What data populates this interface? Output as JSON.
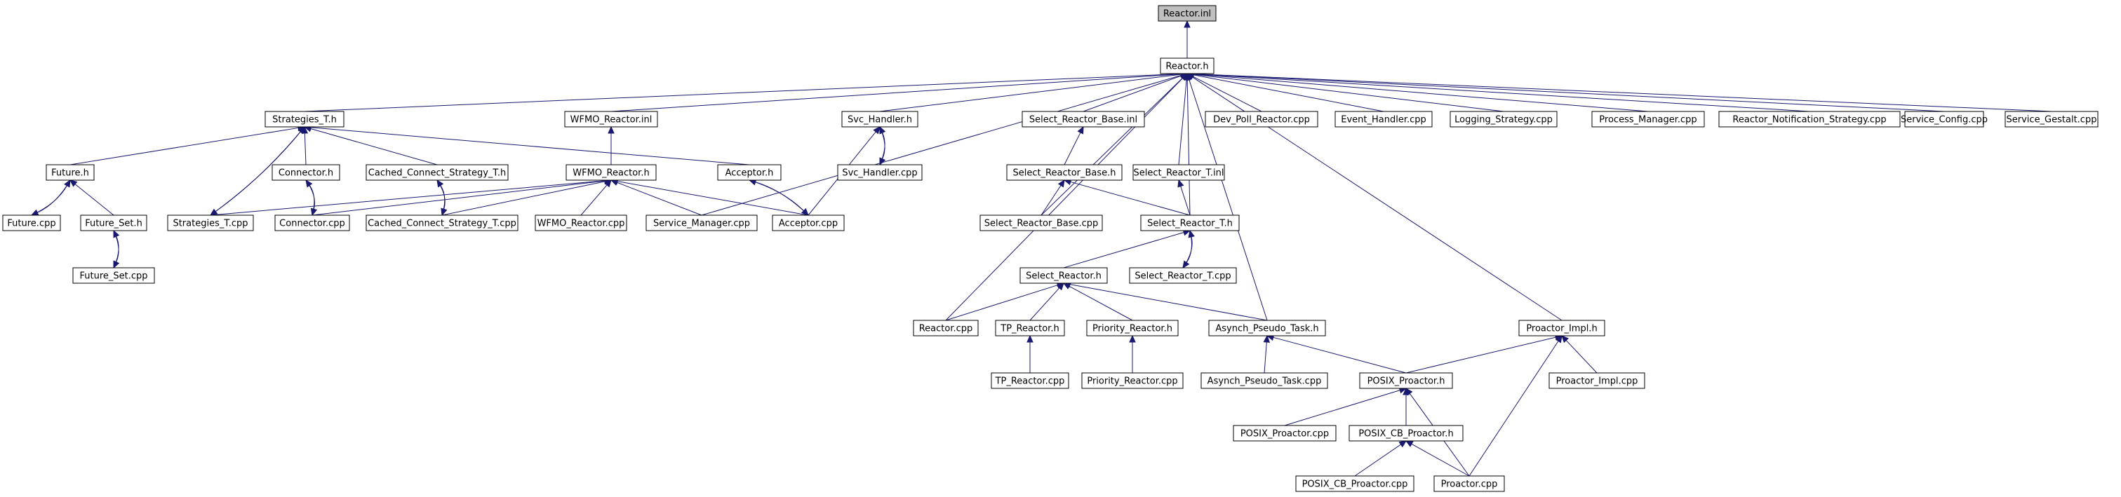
{
  "graph": {
    "nodes": [
      {
        "id": "reactor_inl",
        "label": "Reactor.inl",
        "highlighted": true
      },
      {
        "id": "reactor_h",
        "label": "Reactor.h"
      },
      {
        "id": "strategies_t_h",
        "label": "Strategies_T.h"
      },
      {
        "id": "wfmo_reactor_inl",
        "label": "WFMO_Reactor.inl"
      },
      {
        "id": "svc_handler_h",
        "label": "Svc_Handler.h"
      },
      {
        "id": "select_reactor_base_inl",
        "label": "Select_Reactor_Base.inl"
      },
      {
        "id": "dev_poll_reactor_cpp",
        "label": "Dev_Poll_Reactor.cpp"
      },
      {
        "id": "event_handler_cpp",
        "label": "Event_Handler.cpp"
      },
      {
        "id": "logging_strategy_cpp",
        "label": "Logging_Strategy.cpp"
      },
      {
        "id": "process_manager_cpp",
        "label": "Process_Manager.cpp"
      },
      {
        "id": "reactor_notification_strategy_cpp",
        "label": "Reactor_Notification_Strategy.cpp"
      },
      {
        "id": "service_config_cpp",
        "label": "Service_Config.cpp"
      },
      {
        "id": "service_gestalt_cpp",
        "label": "Service_Gestalt.cpp"
      },
      {
        "id": "future_h",
        "label": "Future.h"
      },
      {
        "id": "connector_h",
        "label": "Connector.h"
      },
      {
        "id": "cached_connect_strategy_t_h",
        "label": "Cached_Connect_Strategy_T.h"
      },
      {
        "id": "wfmo_reactor_h",
        "label": "WFMO_Reactor.h"
      },
      {
        "id": "acceptor_h",
        "label": "Acceptor.h"
      },
      {
        "id": "svc_handler_cpp",
        "label": "Svc_Handler.cpp"
      },
      {
        "id": "select_reactor_base_h",
        "label": "Select_Reactor_Base.h"
      },
      {
        "id": "select_reactor_t_inl",
        "label": "Select_Reactor_T.inl"
      },
      {
        "id": "future_cpp",
        "label": "Future.cpp"
      },
      {
        "id": "future_set_h",
        "label": "Future_Set.h"
      },
      {
        "id": "strategies_t_cpp",
        "label": "Strategies_T.cpp"
      },
      {
        "id": "connector_cpp",
        "label": "Connector.cpp"
      },
      {
        "id": "cached_connect_strategy_t_cpp",
        "label": "Cached_Connect_Strategy_T.cpp"
      },
      {
        "id": "wfmo_reactor_cpp",
        "label": "WFMO_Reactor.cpp"
      },
      {
        "id": "service_manager_cpp",
        "label": "Service_Manager.cpp"
      },
      {
        "id": "acceptor_cpp",
        "label": "Acceptor.cpp"
      },
      {
        "id": "select_reactor_base_cpp",
        "label": "Select_Reactor_Base.cpp"
      },
      {
        "id": "select_reactor_t_h",
        "label": "Select_Reactor_T.h"
      },
      {
        "id": "future_set_cpp",
        "label": "Future_Set.cpp"
      },
      {
        "id": "select_reactor_h",
        "label": "Select_Reactor.h"
      },
      {
        "id": "select_reactor_t_cpp",
        "label": "Select_Reactor_T.cpp"
      },
      {
        "id": "reactor_cpp",
        "label": "Reactor.cpp"
      },
      {
        "id": "tp_reactor_h",
        "label": "TP_Reactor.h"
      },
      {
        "id": "priority_reactor_h",
        "label": "Priority_Reactor.h"
      },
      {
        "id": "asynch_pseudo_task_h",
        "label": "Asynch_Pseudo_Task.h"
      },
      {
        "id": "proactor_impl_h",
        "label": "Proactor_Impl.h"
      },
      {
        "id": "tp_reactor_cpp",
        "label": "TP_Reactor.cpp"
      },
      {
        "id": "priority_reactor_cpp",
        "label": "Priority_Reactor.cpp"
      },
      {
        "id": "asynch_pseudo_task_cpp",
        "label": "Asynch_Pseudo_Task.cpp"
      },
      {
        "id": "posix_proactor_h",
        "label": "POSIX_Proactor.h"
      },
      {
        "id": "proactor_impl_cpp",
        "label": "Proactor_Impl.cpp"
      },
      {
        "id": "posix_proactor_cpp",
        "label": "POSIX_Proactor.cpp"
      },
      {
        "id": "posix_cb_proactor_h",
        "label": "POSIX_CB_Proactor.h"
      },
      {
        "id": "posix_cb_proactor_cpp",
        "label": "POSIX_CB_Proactor.cpp"
      },
      {
        "id": "proactor_cpp",
        "label": "Proactor.cpp"
      }
    ],
    "edges": [
      {
        "from": "reactor_h",
        "to": "reactor_inl"
      },
      {
        "from": "strategies_t_h",
        "to": "reactor_h"
      },
      {
        "from": "wfmo_reactor_inl",
        "to": "reactor_h"
      },
      {
        "from": "svc_handler_h",
        "to": "reactor_h"
      },
      {
        "from": "select_reactor_base_inl",
        "to": "reactor_h"
      },
      {
        "from": "dev_poll_reactor_cpp",
        "to": "reactor_h"
      },
      {
        "from": "event_handler_cpp",
        "to": "reactor_h"
      },
      {
        "from": "logging_strategy_cpp",
        "to": "reactor_h"
      },
      {
        "from": "process_manager_cpp",
        "to": "reactor_h"
      },
      {
        "from": "reactor_notification_strategy_cpp",
        "to": "reactor_h"
      },
      {
        "from": "service_config_cpp",
        "to": "reactor_h"
      },
      {
        "from": "service_gestalt_cpp",
        "to": "reactor_h"
      },
      {
        "from": "service_manager_cpp",
        "to": "reactor_h"
      },
      {
        "from": "reactor_cpp",
        "to": "reactor_h"
      },
      {
        "from": "select_reactor_base_cpp",
        "to": "reactor_h"
      },
      {
        "from": "select_reactor_t_inl",
        "to": "reactor_h"
      },
      {
        "from": "select_reactor_t_h",
        "to": "reactor_h"
      },
      {
        "from": "asynch_pseudo_task_h",
        "to": "reactor_h"
      },
      {
        "from": "proactor_impl_h",
        "to": "reactor_h"
      },
      {
        "from": "future_h",
        "to": "strategies_t_h"
      },
      {
        "from": "connector_h",
        "to": "strategies_t_h"
      },
      {
        "from": "cached_connect_strategy_t_h",
        "to": "strategies_t_h"
      },
      {
        "from": "acceptor_h",
        "to": "strategies_t_h"
      },
      {
        "from": "strategies_t_cpp",
        "to": "strategies_t_h"
      },
      {
        "from": "future_cpp",
        "to": "future_h"
      },
      {
        "from": "future_set_h",
        "to": "future_h"
      },
      {
        "from": "future_h",
        "to": "future_cpp"
      },
      {
        "from": "future_set_cpp",
        "to": "future_set_h"
      },
      {
        "from": "future_set_h",
        "to": "future_set_cpp"
      },
      {
        "from": "strategies_t_h",
        "to": "strategies_t_cpp"
      },
      {
        "from": "connector_cpp",
        "to": "connector_h"
      },
      {
        "from": "connector_h",
        "to": "connector_cpp"
      },
      {
        "from": "cached_connect_strategy_t_cpp",
        "to": "cached_connect_strategy_t_h"
      },
      {
        "from": "cached_connect_strategy_t_h",
        "to": "cached_connect_strategy_t_cpp"
      },
      {
        "from": "wfmo_reactor_h",
        "to": "wfmo_reactor_inl"
      },
      {
        "from": "strategies_t_cpp",
        "to": "wfmo_reactor_h"
      },
      {
        "from": "connector_cpp",
        "to": "wfmo_reactor_h"
      },
      {
        "from": "cached_connect_strategy_t_cpp",
        "to": "wfmo_reactor_h"
      },
      {
        "from": "wfmo_reactor_cpp",
        "to": "wfmo_reactor_h"
      },
      {
        "from": "service_manager_cpp",
        "to": "wfmo_reactor_h"
      },
      {
        "from": "acceptor_cpp",
        "to": "wfmo_reactor_h"
      },
      {
        "from": "acceptor_cpp",
        "to": "acceptor_h"
      },
      {
        "from": "acceptor_h",
        "to": "acceptor_cpp"
      },
      {
        "from": "svc_handler_cpp",
        "to": "svc_handler_h"
      },
      {
        "from": "svc_handler_h",
        "to": "svc_handler_cpp"
      },
      {
        "from": "acceptor_cpp",
        "to": "svc_handler_h"
      },
      {
        "from": "select_reactor_base_h",
        "to": "select_reactor_base_inl"
      },
      {
        "from": "select_reactor_base_cpp",
        "to": "select_reactor_base_h"
      },
      {
        "from": "select_reactor_t_h",
        "to": "select_reactor_base_h"
      },
      {
        "from": "select_reactor_t_h",
        "to": "select_reactor_t_inl"
      },
      {
        "from": "select_reactor_t_cpp",
        "to": "select_reactor_t_h"
      },
      {
        "from": "select_reactor_t_h",
        "to": "select_reactor_t_cpp"
      },
      {
        "from": "select_reactor_h",
        "to": "select_reactor_t_h"
      },
      {
        "from": "reactor_cpp",
        "to": "select_reactor_h"
      },
      {
        "from": "tp_reactor_h",
        "to": "select_reactor_h"
      },
      {
        "from": "priority_reactor_h",
        "to": "select_reactor_h"
      },
      {
        "from": "asynch_pseudo_task_h",
        "to": "select_reactor_h"
      },
      {
        "from": "tp_reactor_cpp",
        "to": "tp_reactor_h"
      },
      {
        "from": "priority_reactor_cpp",
        "to": "priority_reactor_h"
      },
      {
        "from": "asynch_pseudo_task_cpp",
        "to": "asynch_pseudo_task_h"
      },
      {
        "from": "posix_proactor_h",
        "to": "asynch_pseudo_task_h"
      },
      {
        "from": "posix_proactor_h",
        "to": "proactor_impl_h"
      },
      {
        "from": "proactor_impl_cpp",
        "to": "proactor_impl_h"
      },
      {
        "from": "proactor_cpp",
        "to": "proactor_impl_h"
      },
      {
        "from": "posix_proactor_cpp",
        "to": "posix_proactor_h"
      },
      {
        "from": "posix_cb_proactor_h",
        "to": "posix_proactor_h"
      },
      {
        "from": "proactor_cpp",
        "to": "posix_proactor_h"
      },
      {
        "from": "posix_cb_proactor_cpp",
        "to": "posix_cb_proactor_h"
      },
      {
        "from": "proactor_cpp",
        "to": "posix_cb_proactor_h"
      }
    ]
  }
}
